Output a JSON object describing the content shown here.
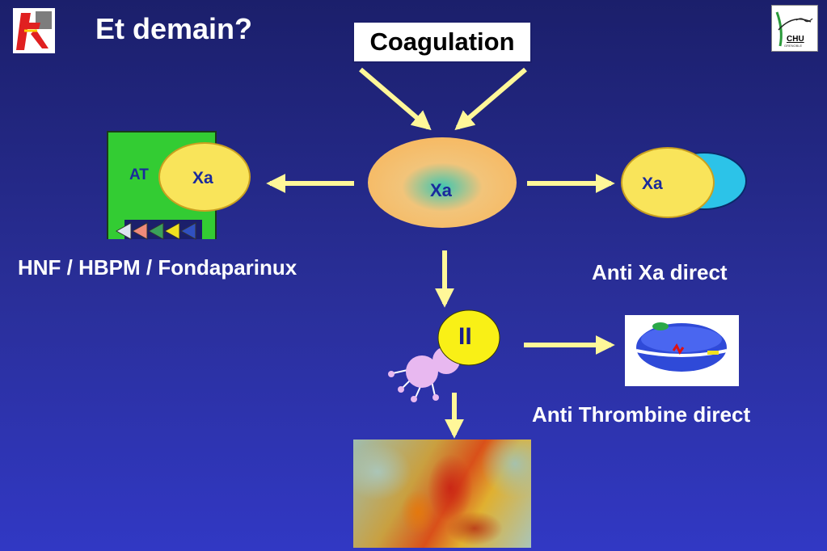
{
  "title": "Et demain?",
  "coagulation_label": "Coagulation",
  "center_enzyme_label": "Xa",
  "at_complex": {
    "at_label": "AT",
    "xa_label": "Xa"
  },
  "direct_xa_complex": {
    "xa_label": "Xa"
  },
  "prothrombin_label": "II",
  "labels": {
    "left": "HNF / HBPM / Fondaparinux",
    "right_top": "Anti Xa direct",
    "right_bottom": "Anti Thrombine direct"
  },
  "logo_right": {
    "line1": "CHU",
    "line2": "GRENOBLE"
  },
  "colors": {
    "background_top": "#1b1f6b",
    "background_bottom": "#3138c4",
    "arrow": "#fff799",
    "xa_yellow": "#f9e45a",
    "at_green": "#33cc33",
    "inhibitor_cyan": "#2cc3e8"
  }
}
